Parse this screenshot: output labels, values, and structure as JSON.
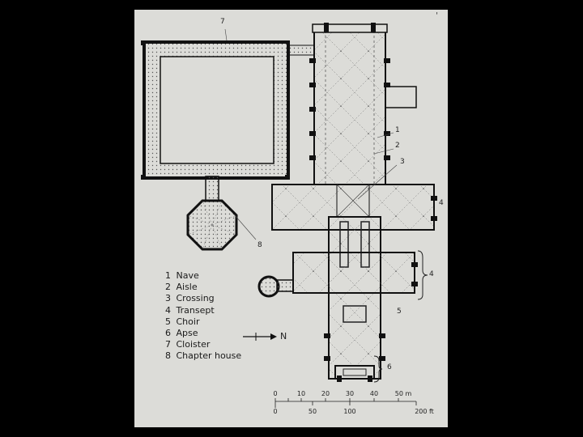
{
  "legend": [
    {
      "num": "1",
      "label": "Nave"
    },
    {
      "num": "2",
      "label": "Aisle"
    },
    {
      "num": "3",
      "label": "Crossing"
    },
    {
      "num": "4",
      "label": "Transept"
    },
    {
      "num": "5",
      "label": "Choir"
    },
    {
      "num": "6",
      "label": "Apse"
    },
    {
      "num": "7",
      "label": "Cloister"
    },
    {
      "num": "8",
      "label": "Chapter house"
    }
  ],
  "callouts": {
    "c1": "1",
    "c2": "2",
    "c3": "3",
    "c4a": "4",
    "c4b": "4",
    "c5": "5",
    "c6": "6",
    "c7": "7",
    "c8": "8"
  },
  "north": {
    "label": "N"
  },
  "scale": {
    "metres": [
      "0",
      "10",
      "20",
      "30",
      "40",
      "50 m"
    ],
    "feet": [
      "0",
      "50",
      "100",
      "200 ft"
    ]
  },
  "corner_mark": "'",
  "colors": {
    "background": "#000000",
    "paper": "#dcdcd8",
    "ink": "#1a1a1a"
  }
}
